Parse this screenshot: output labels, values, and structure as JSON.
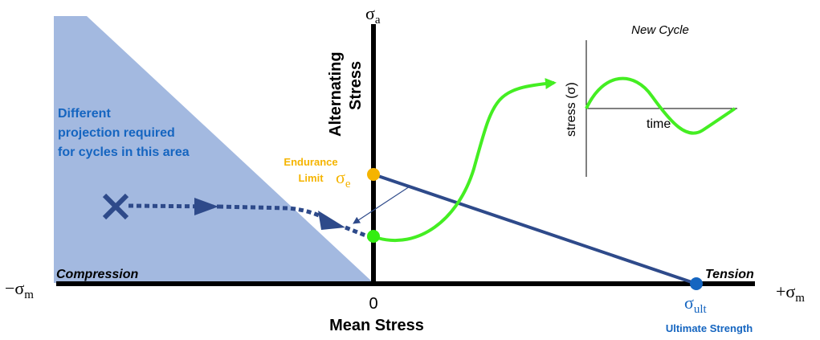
{
  "axes": {
    "y_symbol": "σ",
    "y_symbol_sub": "a",
    "y_label_line1": "Alternating",
    "y_label_line2": "Stress",
    "x_label": "Mean Stress",
    "origin_label": "0",
    "neg_x_symbol": "−σ",
    "neg_x_sub": "m",
    "pos_x_symbol": "+σ",
    "pos_x_sub": "m"
  },
  "regions": {
    "compression_label": "Compression",
    "tension_label": "Tension",
    "note_line1": "Different",
    "note_line2": "projection required",
    "note_line3": "for cycles in this area"
  },
  "endurance": {
    "label_line1": "Endurance",
    "label_line2": "Limit",
    "symbol": "σ",
    "sub": "e"
  },
  "ultimate": {
    "symbol": "σ",
    "sub": "ult",
    "label": "Ultimate Strength"
  },
  "inset": {
    "title": "New Cycle",
    "y_label": "stress (σ)",
    "x_label": "time"
  },
  "colors": {
    "compression_fill": "#a3b9e0",
    "line_blue": "#2e4a8a",
    "note_text": "#1565c0",
    "endurance_orange": "#f5b400",
    "point_green": "#33ee11",
    "curve_green": "#44ee22",
    "ultimate_blue": "#1565c0"
  }
}
